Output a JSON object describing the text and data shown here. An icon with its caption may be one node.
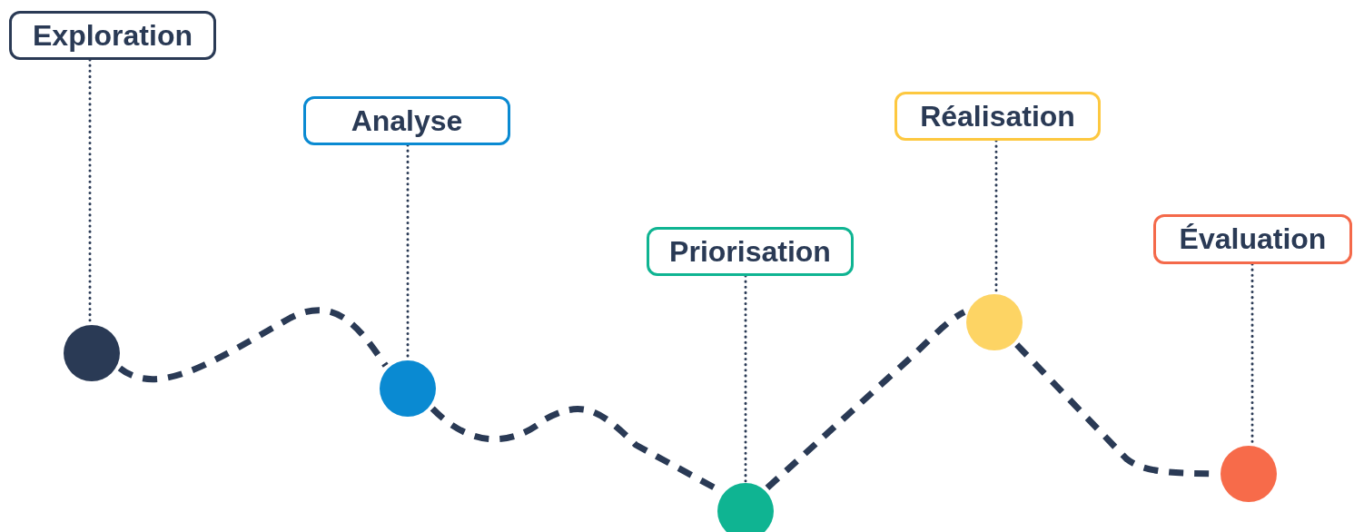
{
  "diagram": {
    "nodes": [
      {
        "text": [
          "Exploration"
        ]
      },
      {
        "text": [
          "Analyse"
        ]
      },
      {
        "text": [
          "Priorisation"
        ]
      },
      {
        "text": [
          "Réalisation"
        ]
      },
      {
        "text": [
          "Évaluation"
        ]
      },
      {
        "text": [],
        "shape": "circle"
      },
      {
        "text": [],
        "shape": "circle"
      },
      {
        "text": [],
        "shape": "circle"
      },
      {
        "text": [],
        "shape": "circle"
      },
      {
        "text": [],
        "shape": "circle"
      }
    ],
    "edges": [
      {
        "from": 0,
        "to": 5,
        "arrow": "none"
      },
      {
        "from": 1,
        "to": 6,
        "arrow": "none"
      },
      {
        "from": 2,
        "to": 7,
        "arrow": "none"
      },
      {
        "from": 3,
        "to": 8,
        "arrow": "none"
      },
      {
        "from": 4,
        "to": 9,
        "arrow": "none"
      },
      {
        "from": 5,
        "to": 6,
        "arrow": "none",
        "style": "dashed"
      },
      {
        "from": 6,
        "to": 7,
        "arrow": "none",
        "style": "dashed"
      },
      {
        "from": 7,
        "to": 8,
        "arrow": "none",
        "style": "dashed"
      },
      {
        "from": 8,
        "to": 9,
        "arrow": "none",
        "style": "dashed"
      }
    ]
  }
}
